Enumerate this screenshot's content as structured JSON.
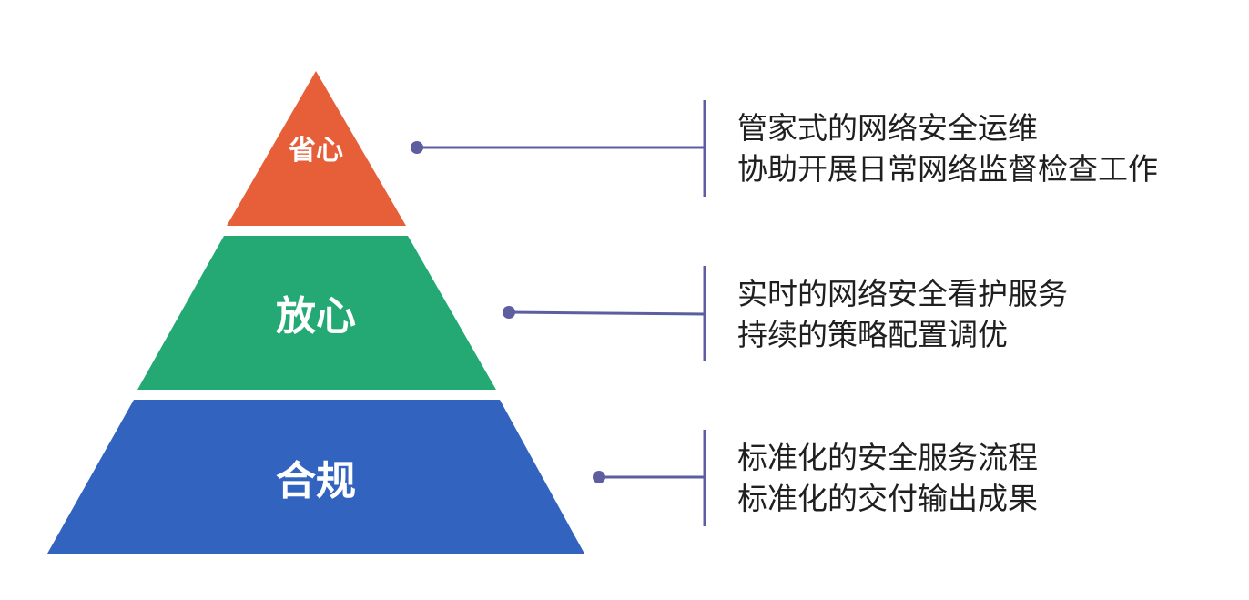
{
  "colors": {
    "top": "#E65F39",
    "middle": "#24A975",
    "bottom": "#3263BE",
    "connector": "#5C5EA0",
    "tier_text": "#FFFFFF",
    "desc_text": "#1F1F1F"
  },
  "tiers": [
    {
      "label": "省心",
      "lines": [
        "管家式的网络安全运维",
        "协助开展日常网络监督检查工作"
      ]
    },
    {
      "label": "放心",
      "lines": [
        "实时的网络安全看护服务",
        "持续的策略配置调优"
      ]
    },
    {
      "label": "合规",
      "lines": [
        "标准化的安全服务流程",
        "标准化的交付输出成果"
      ]
    }
  ]
}
